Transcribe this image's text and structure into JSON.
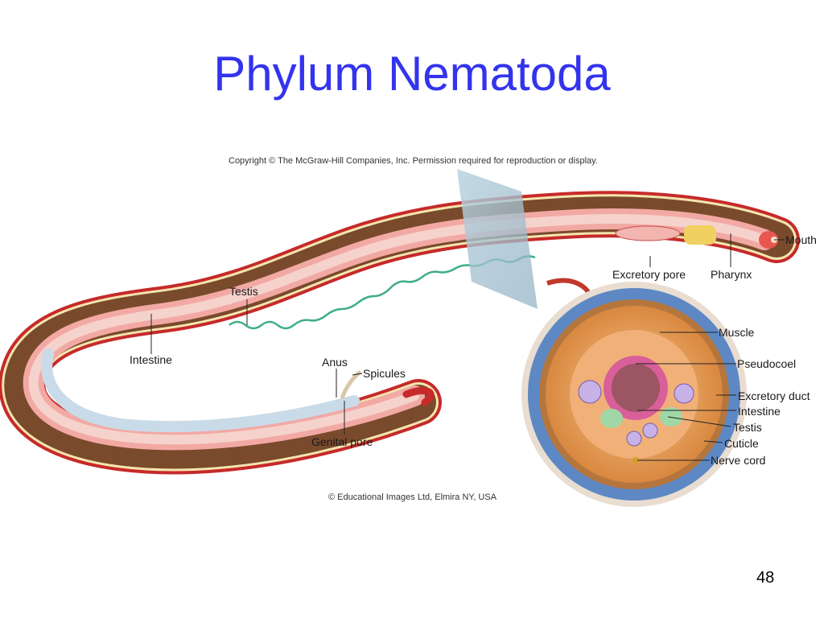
{
  "title": "Phylum Nematoda",
  "copyright_top": "Copyright © The McGraw-Hill Companies, Inc. Permission required for reproduction or display.",
  "copyright_bottom": "© Educational Images Ltd, Elmira NY, USA",
  "slide_number": "48",
  "labels": {
    "mouth": "Mouth",
    "pharynx": "Pharynx",
    "excretory_pore": "Excretory pore",
    "testis": "Testis",
    "intestine": "Intestine",
    "anus": "Anus",
    "spicules": "Spicules",
    "genital_pore": "Genital pore"
  },
  "cross_section_labels": {
    "muscle": "Muscle",
    "pseudocoel": "Pseudocoel",
    "excretory_duct": "Excretory duct",
    "intestine": "Intestine",
    "testis": "Testis",
    "cuticle": "Cuticle",
    "nerve_cord": "Nerve cord"
  }
}
